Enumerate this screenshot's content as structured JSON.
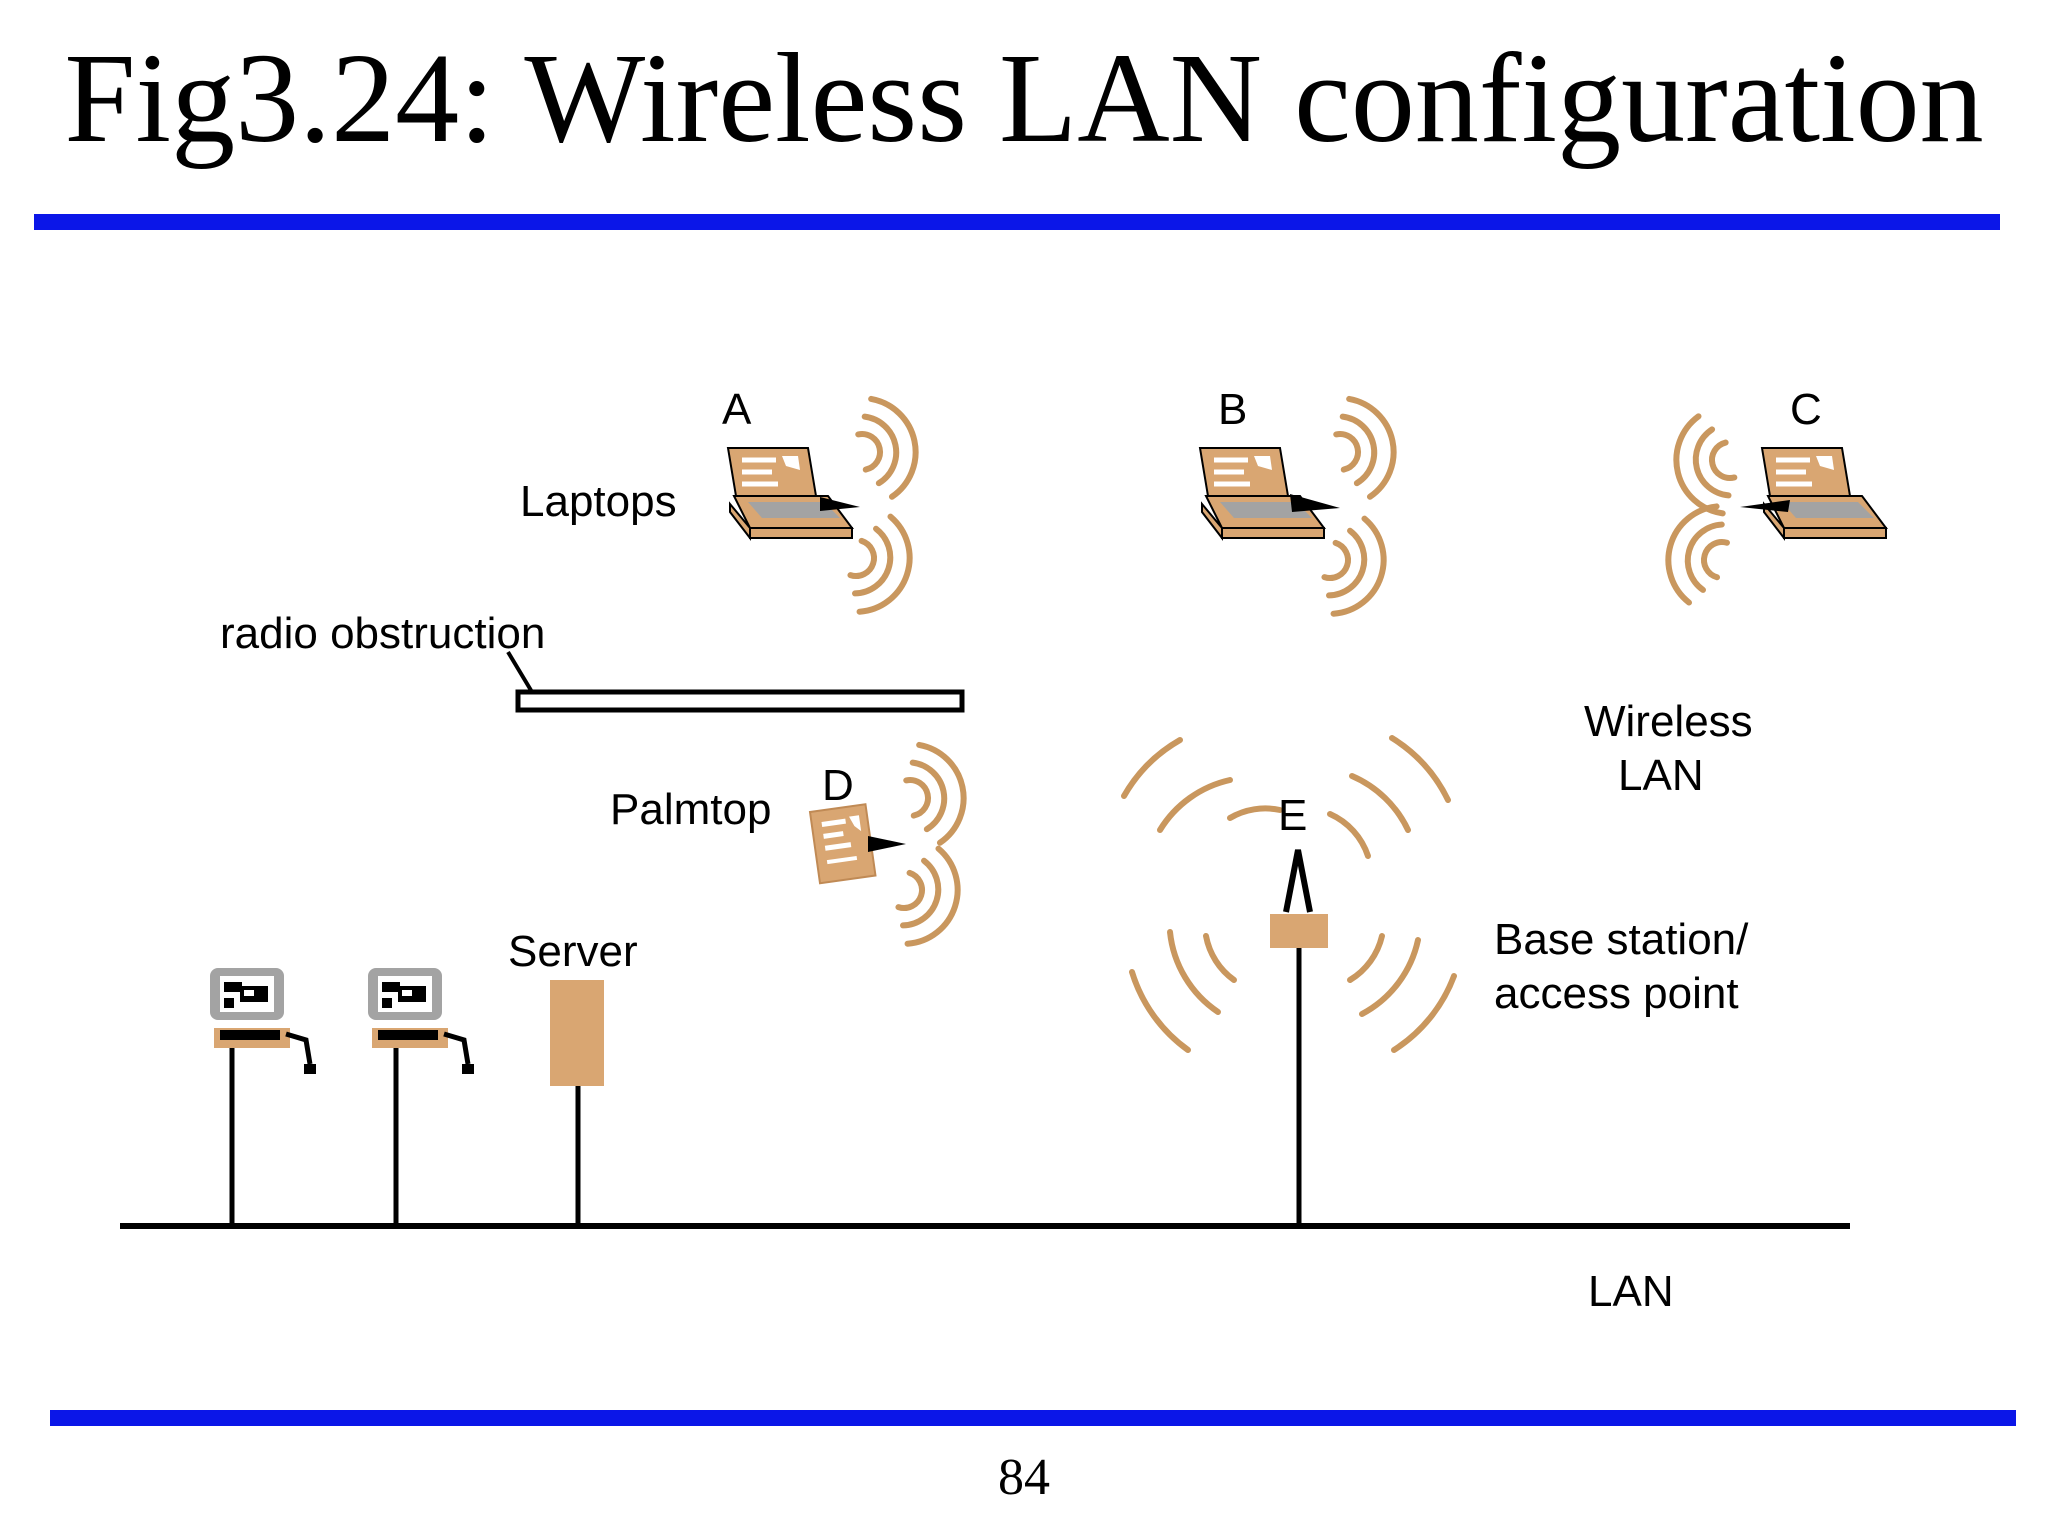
{
  "title": "Fig3.24: Wireless LAN configuration",
  "page_number": "84",
  "colors": {
    "rule": "#0b16e8",
    "device": "#d9a672",
    "screen": "#a3a3a3",
    "wave": "#c9975e"
  },
  "labels": {
    "laptops": "Laptops",
    "radio_obstruction": "radio obstruction",
    "palmtop": "Palmtop",
    "server": "Server",
    "wireless_lan": [
      "Wireless",
      "LAN"
    ],
    "base_station": [
      "Base station/",
      "access point"
    ],
    "lan": "LAN"
  },
  "nodes": {
    "A": "A",
    "B": "B",
    "C": "C",
    "D": "D",
    "E": "E"
  },
  "icons": [
    "laptop-icon",
    "palmtop-icon",
    "workstation-icon",
    "server-icon",
    "antenna-icon",
    "radio-wave-icon"
  ]
}
